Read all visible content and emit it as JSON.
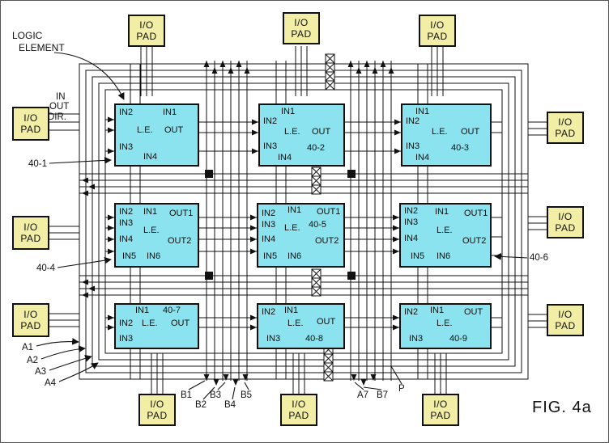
{
  "colors": {
    "pad_fill": "#f2eea6",
    "le_fill": "#8ae3ee",
    "ink": "#111111"
  },
  "figure": {
    "label": "FIG. 4a"
  },
  "io_pad": {
    "line1": "I/O",
    "line2": "PAD"
  },
  "callouts": {
    "logic_element_line1": "LOGIC",
    "logic_element_line2": "ELEMENT",
    "in": "IN",
    "out": "OUT",
    "dir": "DIR.",
    "a1": "A1",
    "a2": "A2",
    "a3": "A3",
    "a4": "A4",
    "b1": "B1",
    "b2": "B2",
    "b3": "B3",
    "b4": "B4",
    "b5": "B5",
    "a7": "A7",
    "b7": "B7",
    "p": "P"
  },
  "les": [
    {
      "id": "40-1",
      "ports": [
        "IN2",
        "IN1",
        "L.E.",
        "OUT",
        "IN3",
        "IN4"
      ]
    },
    {
      "id": "40-2",
      "ports": [
        "IN1",
        "IN2",
        "L.E.",
        "OUT",
        "IN3",
        "IN4"
      ]
    },
    {
      "id": "40-3",
      "ports": [
        "IN1",
        "IN2",
        "L.E.",
        "OUT",
        "IN3",
        "IN4"
      ]
    },
    {
      "id": "40-4",
      "ports": [
        "IN2",
        "IN1",
        "OUT1",
        "IN3",
        "L.E.",
        "IN4",
        "OUT2",
        "IN5",
        "IN6"
      ]
    },
    {
      "id": "40-5",
      "ports": [
        "IN2",
        "IN1",
        "OUT1",
        "IN3",
        "L.E.",
        "IN4",
        "OUT2",
        "IN5",
        "IN6"
      ]
    },
    {
      "id": "40-6",
      "ports": [
        "IN2",
        "IN1",
        "OUT1",
        "IN3",
        "L.E.",
        "IN4",
        "OUT2",
        "IN5",
        "IN6"
      ]
    },
    {
      "id": "40-7",
      "ports": [
        "IN1",
        "IN2",
        "L.E.",
        "OUT",
        "IN3"
      ]
    },
    {
      "id": "40-8",
      "ports": [
        "IN2",
        "IN1",
        "L.E.",
        "OUT",
        "IN3"
      ]
    },
    {
      "id": "40-9",
      "ports": [
        "IN2",
        "IN1",
        "L.E.",
        "OUT",
        "IN3"
      ]
    }
  ]
}
